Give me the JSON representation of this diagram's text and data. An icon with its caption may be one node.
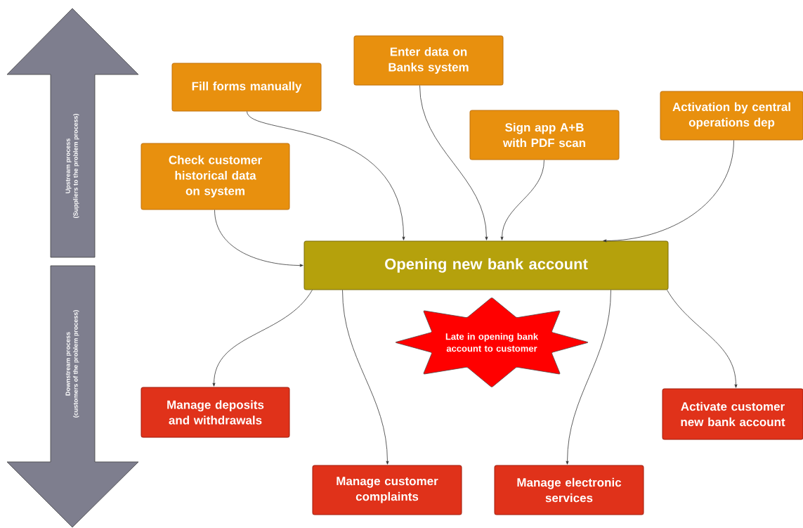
{
  "diagram": {
    "nodes": [
      {
        "text": [
          "Upstream process",
          "(Suppliers to the problem process)"
        ]
      },
      {
        "text": [
          "Downstream process",
          "(customers of the problem process)"
        ]
      },
      {
        "text": [
          "Fill forms manually"
        ]
      },
      {
        "text": [
          "Enter data on Banks system"
        ]
      },
      {
        "text": [
          "Sign app A+B with PDF scan"
        ]
      },
      {
        "text": [
          "Activation by central operations dep"
        ]
      },
      {
        "text": [
          "Check customer historical data on system"
        ]
      },
      {
        "text": [
          "Opening new bank account"
        ]
      },
      {
        "text": [
          "Late in opening bank account to customer"
        ]
      },
      {
        "text": [
          "Manage deposits and withdrawals"
        ]
      },
      {
        "text": [
          "Manage customer complaints"
        ]
      },
      {
        "text": [
          "Manage electronic services"
        ]
      },
      {
        "text": [
          "Activate customer new bank account"
        ]
      }
    ],
    "edges": [
      {
        "from": 2,
        "to": 7,
        "arrow": "to"
      },
      {
        "from": 3,
        "to": 7,
        "arrow": "to"
      },
      {
        "from": 4,
        "to": 7,
        "arrow": "to"
      },
      {
        "from": 5,
        "to": 7,
        "arrow": "to"
      },
      {
        "from": 6,
        "to": 7,
        "arrow": "to"
      },
      {
        "from": 7,
        "to": 9,
        "arrow": "to"
      },
      {
        "from": 7,
        "to": 10,
        "arrow": "to"
      },
      {
        "from": 7,
        "to": 11,
        "arrow": "to"
      },
      {
        "from": 7,
        "to": 12,
        "arrow": "to"
      }
    ]
  }
}
